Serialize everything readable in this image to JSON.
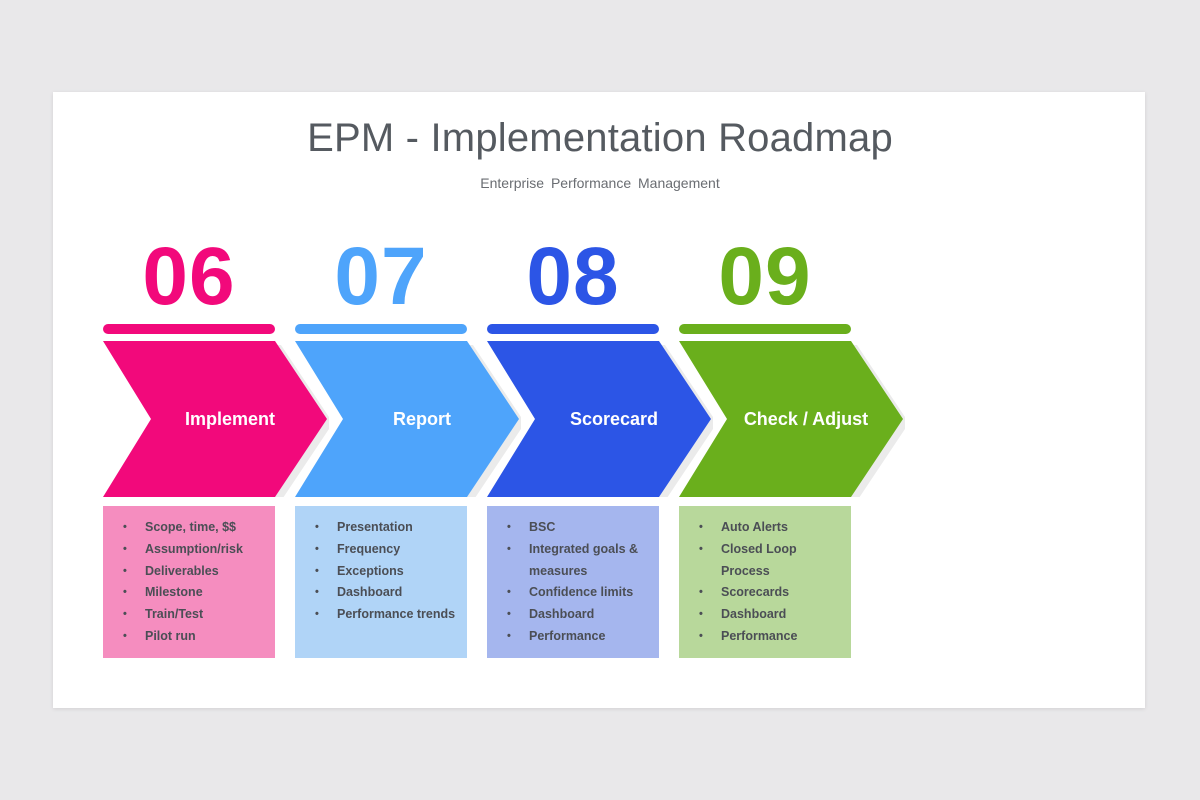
{
  "title": "EPM - Implementation Roadmap",
  "subtitle": "Enterprise Performance Management",
  "steps": [
    {
      "number": "06",
      "label": "Implement",
      "color": "#f2097b",
      "light": "#f58dbf",
      "items": [
        "Scope, time, $$",
        "Assumption/risk",
        "Deliverables",
        "Milestone",
        "Train/Test",
        "Pilot run"
      ]
    },
    {
      "number": "07",
      "label": "Report",
      "color": "#4ea4fb",
      "light": "#b0d4f7",
      "items": [
        "Presentation",
        "Frequency",
        "Exceptions",
        "Dashboard",
        "Performance trends"
      ]
    },
    {
      "number": "08",
      "label": "Scorecard",
      "color": "#2c55e6",
      "light": "#a5b6ee",
      "items": [
        "BSC",
        "Integrated goals & measures",
        "Confidence limits",
        "Dashboard",
        "Performance"
      ]
    },
    {
      "number": "09",
      "label": "Check / Adjust",
      "color": "#6aaf1c",
      "light": "#b8d89b",
      "items": [
        "Auto Alerts",
        "Closed Loop Process",
        "Scorecards",
        "Dashboard",
        "Performance"
      ]
    }
  ]
}
